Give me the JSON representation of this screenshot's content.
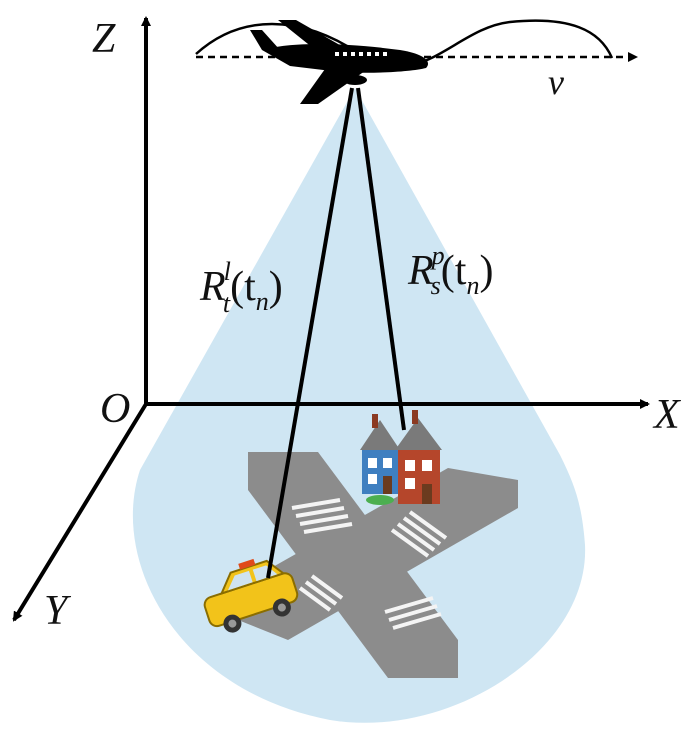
{
  "axes": {
    "z_label": "Z",
    "x_label": "X",
    "y_label": "Y",
    "origin_label": "O"
  },
  "velocity_label": "v",
  "ranges": {
    "target": {
      "base": "R",
      "sub": "t",
      "sup": "l",
      "arg": "n"
    },
    "scatterer": {
      "base": "R",
      "sub": "s",
      "sup": "p",
      "arg": "n"
    }
  },
  "colors": {
    "beam": "#cfe6f3",
    "road": "#8c8c8c",
    "crosswalk": "#f4f4f4",
    "taxi": "#f2c31a",
    "house_red": "#b5462b",
    "house_blue": "#3f7fc0",
    "roof": "#7a7a7a",
    "ink": "#000000"
  }
}
